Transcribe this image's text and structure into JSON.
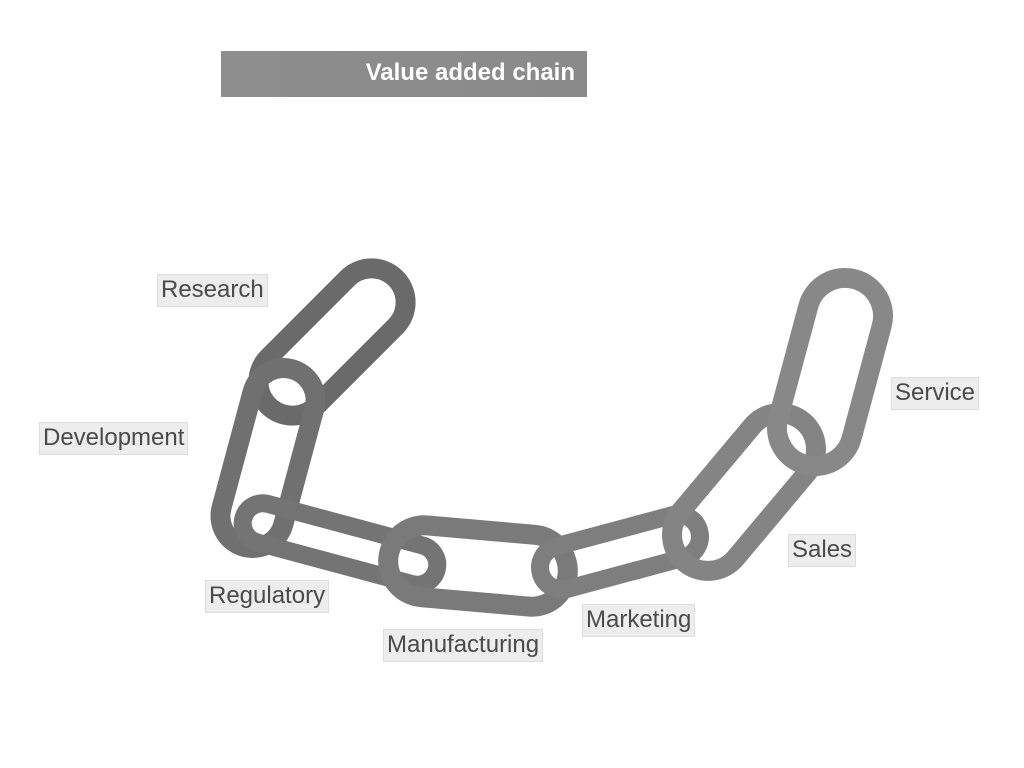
{
  "title": "Value added chain",
  "stages": [
    {
      "id": "research",
      "label": "Research"
    },
    {
      "id": "development",
      "label": "Development"
    },
    {
      "id": "regulatory",
      "label": "Regulatory"
    },
    {
      "id": "manufacturing",
      "label": "Manufacturing"
    },
    {
      "id": "marketing",
      "label": "Marketing"
    },
    {
      "id": "sales",
      "label": "Sales"
    },
    {
      "id": "service",
      "label": "Service"
    }
  ],
  "colors": {
    "title_bar": "#8e8e8e",
    "title_text": "#ffffff",
    "link_dark": "#6a6a6a",
    "link_light": "#888888",
    "label_bg": "#ededed",
    "label_text": "#4a4a4a"
  }
}
